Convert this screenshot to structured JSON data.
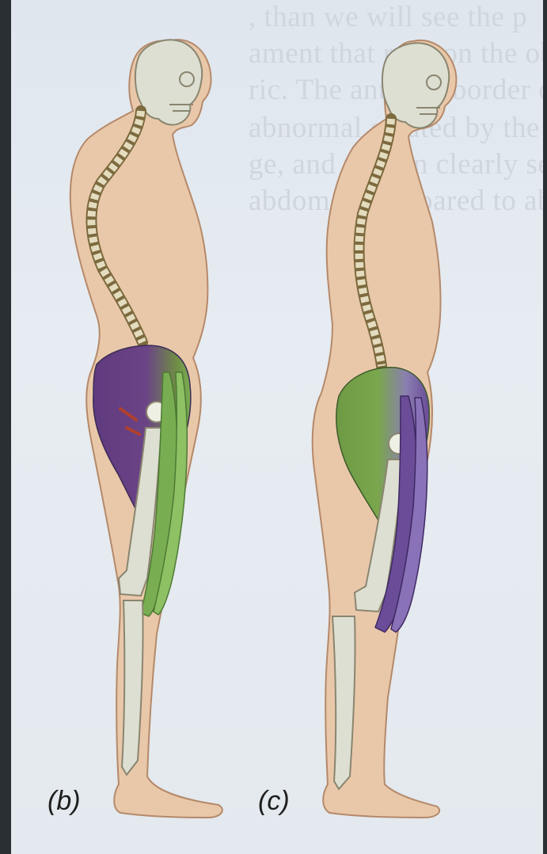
{
  "panels": [
    {
      "label": "(b)",
      "pelvis_muscle_color": "#5f3a7e",
      "hamstring_color": "#79ad52"
    },
    {
      "label": "(c)",
      "pelvis_muscle_color": "#6f9a45",
      "hamstring_color": "#6a4c98"
    }
  ],
  "bleed_through_text": [
    ", than we will see the p",
    "ament that runs on the oblit",
    "ric. The anterior border of the",
    "abnormal created by the poste",
    "ge, and we can clearly see t",
    "abdomen compared to above"
  ],
  "colors": {
    "skin": "#e9c8aa",
    "skin_outline": "#b5896a",
    "bone": "#dcdfd1",
    "bone_outline": "#8a8570",
    "vertebra": "#e4dcbf",
    "vertebra_outline": "#7d6a3e",
    "muscle_accent": "#b1402e"
  }
}
